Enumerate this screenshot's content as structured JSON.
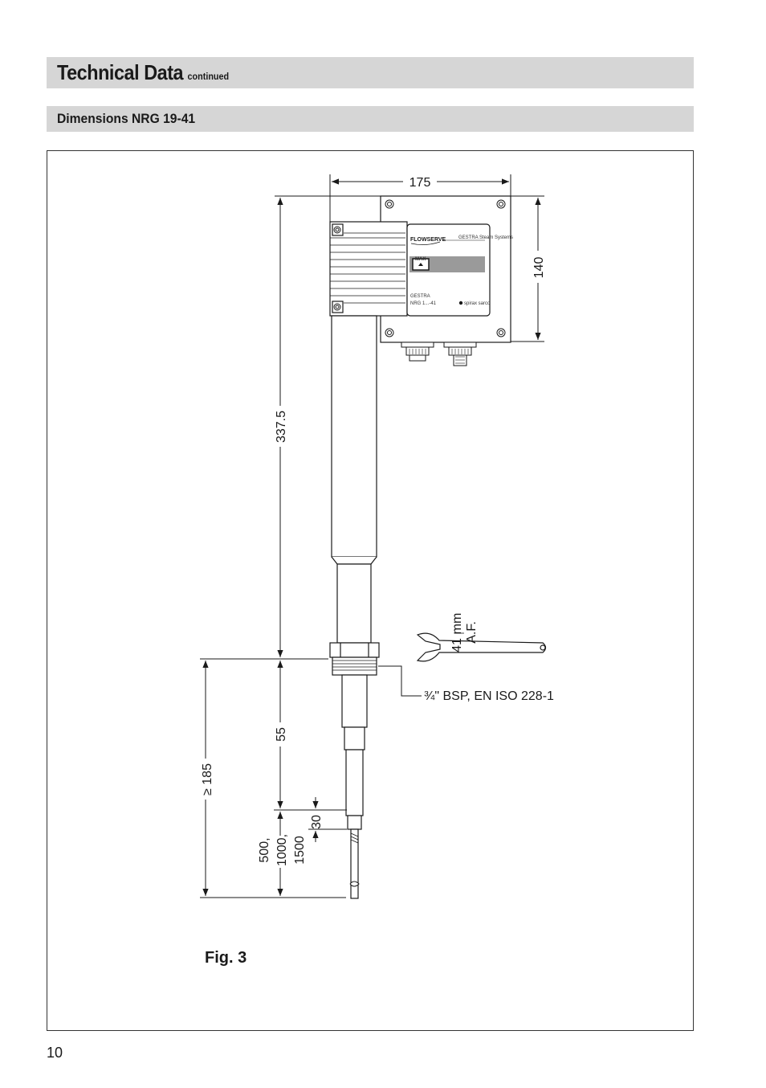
{
  "header": {
    "title": "Technical Data",
    "title_suffix": "continued",
    "section": "Dimensions NRG 19-41"
  },
  "drawing": {
    "dim_width": "175",
    "dim_height": "140",
    "dim_length": "337.5",
    "dim_55": "55",
    "dim_min": "≥ 185",
    "dim_30": "30",
    "dim_lengths": [
      "500,",
      "1000,",
      "1500"
    ],
    "wrench_size": "41",
    "wrench_unit": "mm",
    "wrench_af": "A.F.",
    "thread": "¾\" BSP, EN ISO 228-1",
    "brand": "FLOWSERVE",
    "brand_sub": "GESTRA Steam Systems",
    "max_label": "MAX",
    "product_name": "GESTRA",
    "product_model": "NRG 1...-41",
    "spirax": "spirax sarco",
    "figure_label": "Fig. 3"
  },
  "footer": {
    "page_number": "10"
  }
}
